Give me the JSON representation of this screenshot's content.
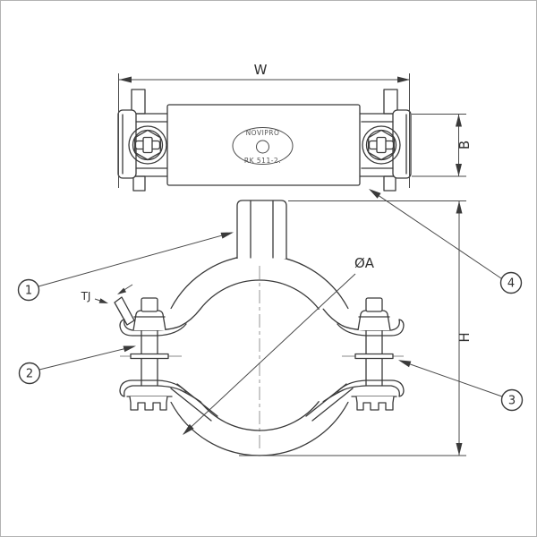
{
  "labels": {
    "width": "W",
    "band_width": "B",
    "height": "H",
    "diameter": "ØA",
    "tab_thickness": "TJ"
  },
  "stamp": {
    "brand": "NOVIPRO",
    "model": "RK 511-2."
  },
  "callouts": [
    {
      "number": "1"
    },
    {
      "number": "2"
    },
    {
      "number": "3"
    },
    {
      "number": "4"
    }
  ],
  "colors": {
    "background": "#ffffff",
    "line": "#3a3a3a",
    "dimension_line": "#4a4a4a",
    "frame_border": "#b3b3b3"
  }
}
